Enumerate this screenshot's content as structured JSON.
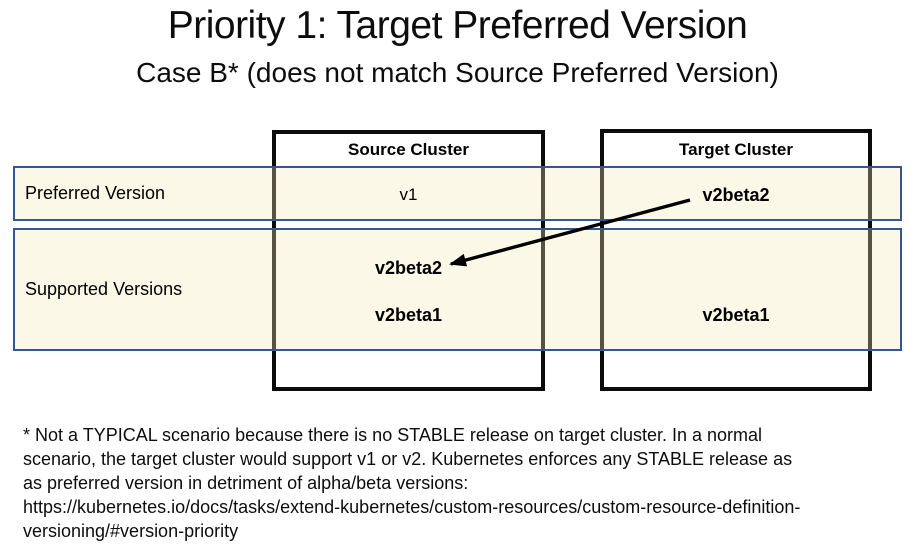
{
  "slide": {
    "title": "Priority 1: Target Preferred Version",
    "subtitle": "Case B* (does not match Source Preferred Version)"
  },
  "table": {
    "columns": [
      {
        "id": "source",
        "header": "Source Cluster"
      },
      {
        "id": "target",
        "header": "Target Cluster"
      }
    ],
    "rows": {
      "preferred": {
        "label": "Preferred Version",
        "source": "v1",
        "target": "v2beta2"
      },
      "supported": {
        "label": "Supported Versions",
        "source": [
          "v2beta2",
          "v2beta1"
        ],
        "target": [
          "v2beta1"
        ]
      }
    }
  },
  "arrow": {
    "from": "target-preferred-v2beta2",
    "to": "source-supported-v2beta2"
  },
  "footnote": {
    "lines": [
      "* Not a TYPICAL scenario because there is no STABLE release on target cluster. In a normal",
      "scenario, the target cluster would support v1 or v2. Kubernetes enforces any STABLE release as",
      "as preferred version in detriment of alpha/beta versions:",
      "https://kubernetes.io/docs/tasks/extend-kubernetes/custom-resources/custom-resource-definition-",
      "versioning/#version-priority"
    ]
  },
  "colors": {
    "band_fill": "#FCF8E8",
    "band_border": "#35568F",
    "box_border": "#0B0B0B",
    "arrow": "#000000",
    "text": "#0D0D0D"
  }
}
